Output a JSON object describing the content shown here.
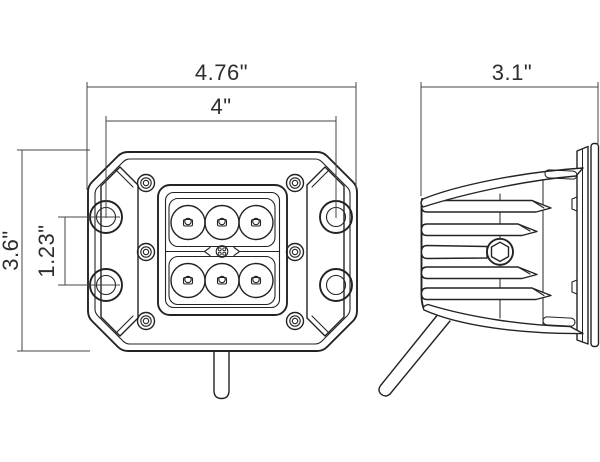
{
  "drawing": {
    "front_view": {
      "dim_overall_width": "4.76\"",
      "dim_mount_hole_width": "4\"",
      "dim_overall_height": "3.6\"",
      "dim_mount_hole_spacing": "1.23\""
    },
    "side_view": {
      "dim_depth": "3.1\""
    },
    "colors": {
      "background": "#ffffff",
      "part_line": "#232323",
      "dimension_line": "#454545",
      "label_text": "#2e2e2e"
    }
  }
}
